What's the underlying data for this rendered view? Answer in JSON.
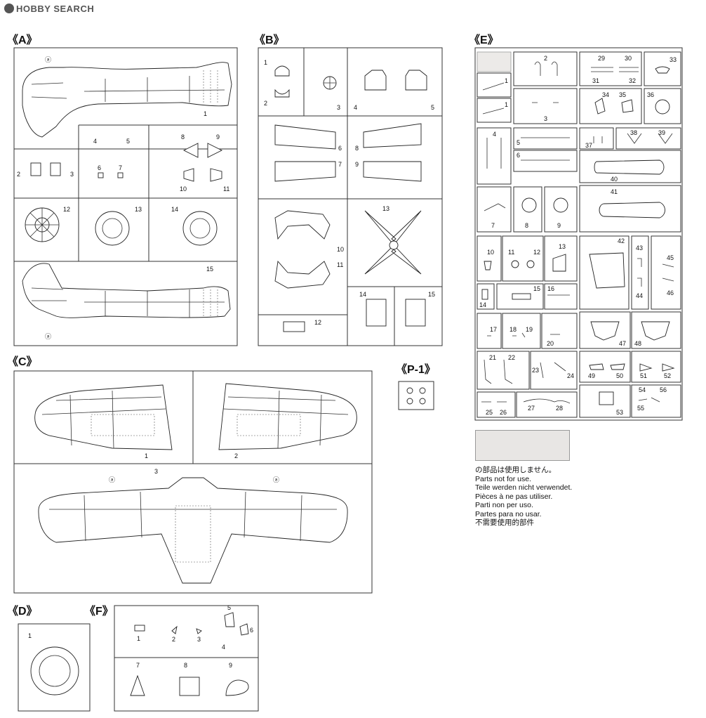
{
  "brand": {
    "logo_text": "HOBBY SEARCH"
  },
  "sprues": {
    "A": {
      "title": "《A》",
      "parts": [
        "1",
        "2",
        "3",
        "4",
        "5",
        "6",
        "7",
        "8",
        "9",
        "10",
        "11",
        "12",
        "13",
        "14",
        "15"
      ],
      "markers": [
        "ⓐ",
        "ⓐ"
      ]
    },
    "B": {
      "title": "《B》",
      "parts": [
        "1",
        "2",
        "3",
        "4",
        "5",
        "6",
        "7",
        "8",
        "9",
        "10",
        "11",
        "12",
        "13",
        "14",
        "15"
      ]
    },
    "C": {
      "title": "《C》",
      "parts": [
        "1",
        "2",
        "3"
      ],
      "markers": [
        "ⓐ",
        "ⓐ"
      ]
    },
    "D": {
      "title": "《D》",
      "parts": [
        "1"
      ]
    },
    "E": {
      "title": "《E》",
      "parts": [
        "1",
        "1",
        "2",
        "3",
        "4",
        "5",
        "6",
        "7",
        "8",
        "9",
        "10",
        "11",
        "12",
        "13",
        "14",
        "15",
        "16",
        "17",
        "18",
        "19",
        "20",
        "21",
        "22",
        "23",
        "24",
        "25",
        "26",
        "27",
        "28",
        "29",
        "30",
        "31",
        "32",
        "33",
        "34",
        "35",
        "36",
        "37",
        "38",
        "39",
        "40",
        "41",
        "42",
        "43",
        "44",
        "45",
        "46",
        "47",
        "48",
        "49",
        "50",
        "51",
        "52",
        "53",
        "54",
        "55",
        "56"
      ]
    },
    "F": {
      "title": "《F》",
      "parts": [
        "1",
        "2",
        "3",
        "4",
        "5",
        "6",
        "7",
        "8",
        "9"
      ]
    },
    "P1": {
      "title": "《P-1》"
    }
  },
  "legend": {
    "swatch_color": "#e8e6e4",
    "lines": [
      "の部品は使用しません。",
      "Parts not for use.",
      "Teile werden nicht verwendet.",
      "Pièces à ne pas utiliser.",
      "Parti non per uso.",
      "Partes para no usar.",
      "不需要使用的部件"
    ]
  }
}
